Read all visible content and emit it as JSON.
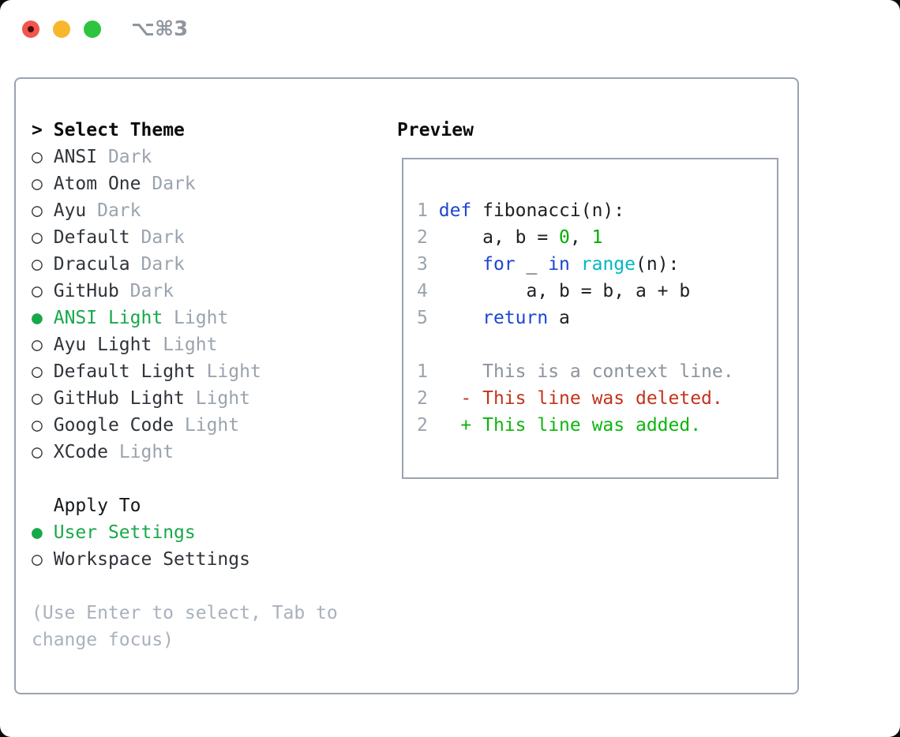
{
  "window": {
    "title": "⌥⌘3"
  },
  "theme_list": {
    "prompt": ">",
    "header": "Select Theme",
    "radio_selected_glyph": "●",
    "radio_unselected_glyph": "○",
    "items": [
      {
        "label": "ANSI",
        "tag": "Dark",
        "selected": false
      },
      {
        "label": "Atom One",
        "tag": "Dark",
        "selected": false
      },
      {
        "label": "Ayu",
        "tag": "Dark",
        "selected": false
      },
      {
        "label": "Default",
        "tag": "Dark",
        "selected": false
      },
      {
        "label": "Dracula",
        "tag": "Dark",
        "selected": false
      },
      {
        "label": "GitHub",
        "tag": "Dark",
        "selected": false
      },
      {
        "label": "ANSI Light",
        "tag": "Light",
        "selected": true
      },
      {
        "label": "Ayu Light",
        "tag": "Light",
        "selected": false
      },
      {
        "label": "Default Light",
        "tag": "Light",
        "selected": false
      },
      {
        "label": "GitHub Light",
        "tag": "Light",
        "selected": false
      },
      {
        "label": "Google Code",
        "tag": "Light",
        "selected": false
      },
      {
        "label": "XCode",
        "tag": "Light",
        "selected": false
      }
    ]
  },
  "apply_to": {
    "header": "Apply To",
    "options": [
      {
        "label": "User Settings",
        "selected": true
      },
      {
        "label": "Workspace Settings",
        "selected": false
      }
    ]
  },
  "help_text": [
    "(Use Enter to select, Tab to",
    "change focus)"
  ],
  "preview": {
    "header": "Preview",
    "code_lines": [
      {
        "num": "1",
        "tokens": [
          {
            "t": "def",
            "c": "kw"
          },
          {
            "t": " fibonacci(n):",
            "c": "pl"
          }
        ]
      },
      {
        "num": "2",
        "tokens": [
          {
            "t": "    a, b = ",
            "c": "pl"
          },
          {
            "t": "0",
            "c": "num"
          },
          {
            "t": ", ",
            "c": "pl"
          },
          {
            "t": "1",
            "c": "num"
          }
        ]
      },
      {
        "num": "3",
        "tokens": [
          {
            "t": "    ",
            "c": "pl"
          },
          {
            "t": "for",
            "c": "kw"
          },
          {
            "t": " _ ",
            "c": "pl"
          },
          {
            "t": "in",
            "c": "kw"
          },
          {
            "t": " ",
            "c": "pl"
          },
          {
            "t": "range",
            "c": "fn"
          },
          {
            "t": "(n):",
            "c": "pl"
          }
        ]
      },
      {
        "num": "4",
        "tokens": [
          {
            "t": "        a, b = b, a + b",
            "c": "pl"
          }
        ]
      },
      {
        "num": "5",
        "tokens": [
          {
            "t": "    ",
            "c": "pl"
          },
          {
            "t": "return",
            "c": "kw"
          },
          {
            "t": " a",
            "c": "pl"
          }
        ]
      }
    ],
    "diff_lines": [
      {
        "num": "1",
        "tokens": [
          {
            "t": "    This is a context line.",
            "c": "ctx"
          }
        ]
      },
      {
        "num": "2",
        "tokens": [
          {
            "t": "  ",
            "c": "pl"
          },
          {
            "t": "- This line was deleted.",
            "c": "del"
          }
        ]
      },
      {
        "num": "2",
        "tokens": [
          {
            "t": "  ",
            "c": "pl"
          },
          {
            "t": "+ This line was added.",
            "c": "add"
          }
        ]
      }
    ]
  },
  "colors": {
    "keyword_blue": "#1b46d2",
    "builtin_cyan": "#00b7c3",
    "number_green": "#00ad00",
    "added_green": "#0db50f",
    "deleted_red": "#c2331c",
    "context_gray": "#8b939c",
    "selected_green": "#18a84a",
    "muted_gray": "#9aa3ad",
    "border_gray": "#9aa3ae",
    "traffic_red": "#f2544e",
    "traffic_yellow": "#f7b62c",
    "traffic_green": "#2dc43e"
  }
}
